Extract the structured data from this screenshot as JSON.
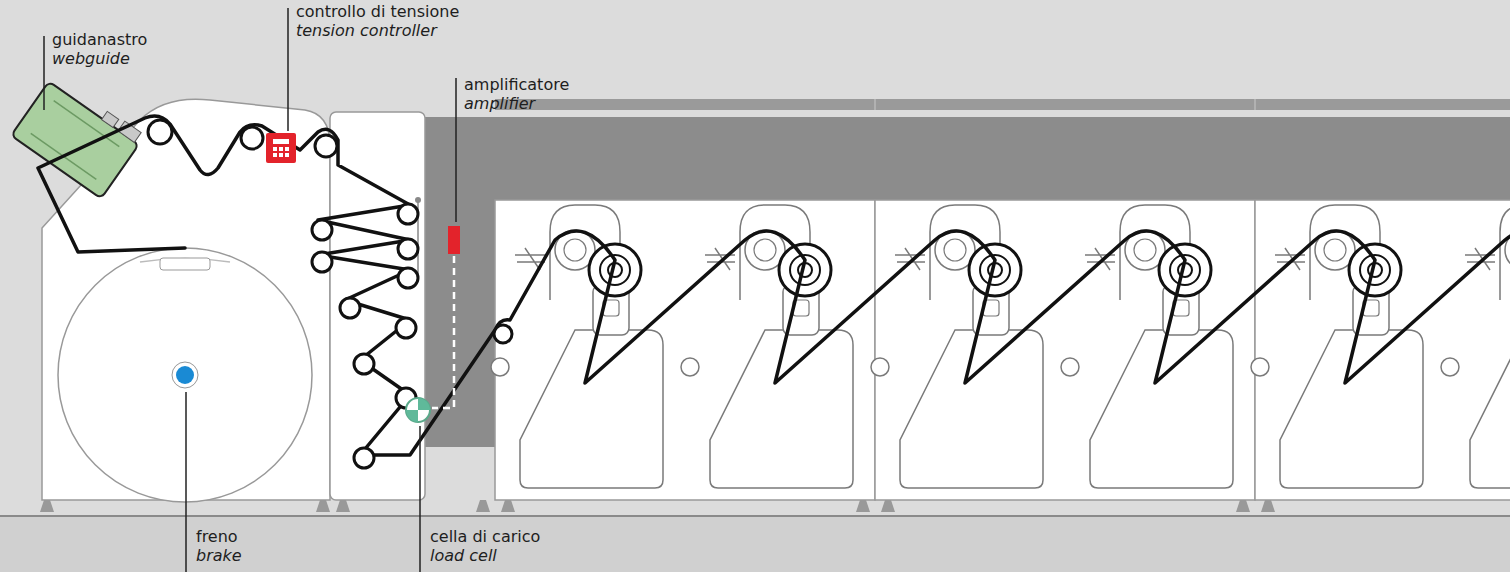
{
  "diagram": {
    "labels": [
      "guidanastro",
      "webguide",
      "controllo di tensione",
      "tension controller",
      "amplificatore",
      "amplifier",
      "freno",
      "brake",
      "cella di carico",
      "load cell"
    ]
  }
}
